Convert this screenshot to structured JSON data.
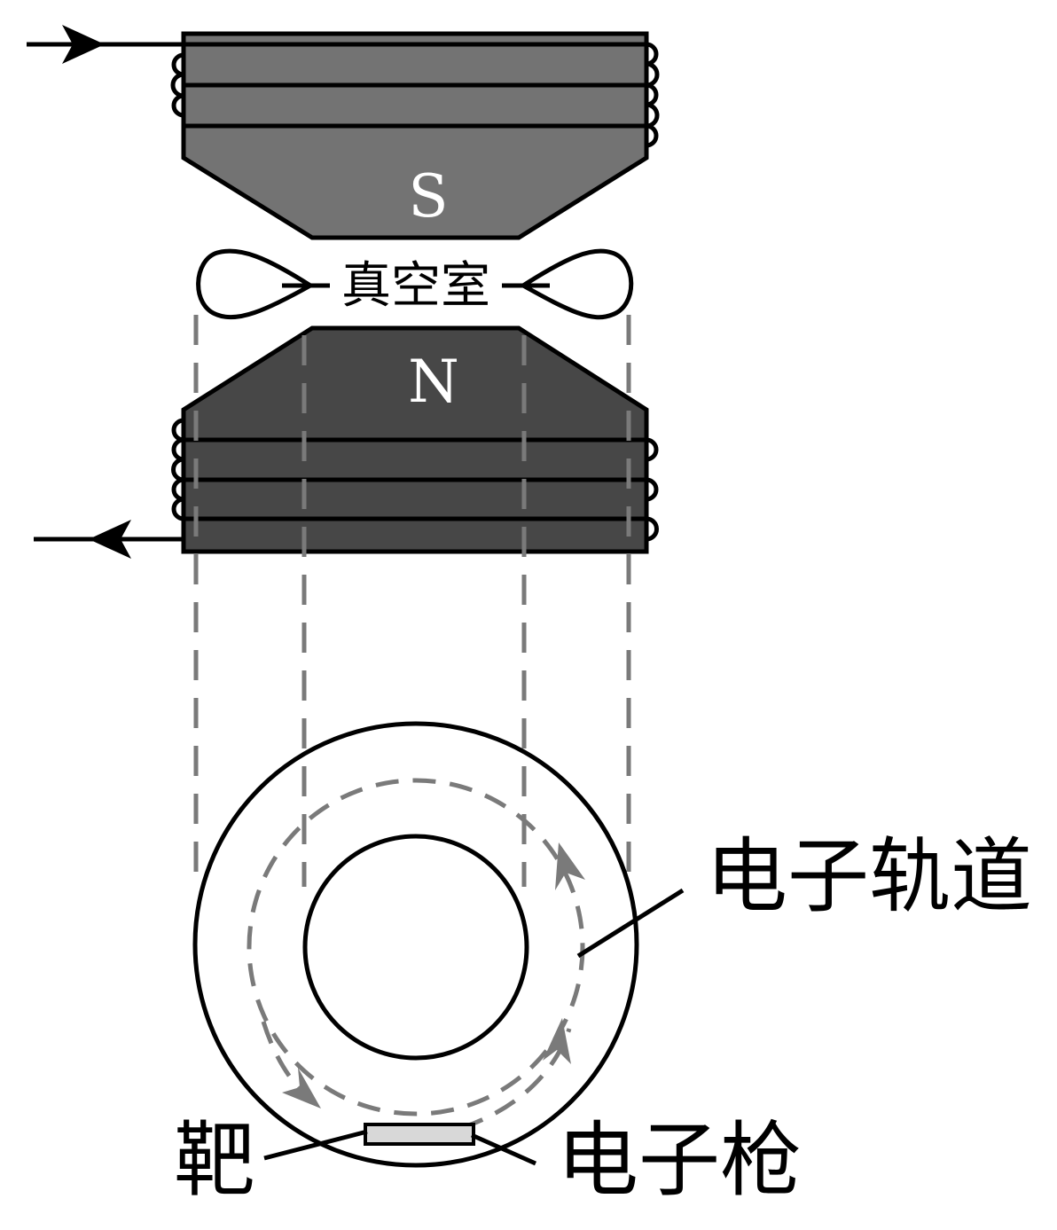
{
  "labels": {
    "south_pole": "S",
    "north_pole": "N",
    "vacuum_chamber": "真空室",
    "electron_orbit": "电子轨道",
    "target": "靶",
    "electron_gun": "电子枪"
  },
  "colors": {
    "upper_pole": "#737373",
    "lower_pole": "#474747",
    "outline": "#000000",
    "dashed_guides": "#7a7a7a",
    "background": "#ffffff"
  },
  "icons": {
    "current_in": "arrow-right-icon",
    "current_out": "arrow-left-icon",
    "orbit_direction": "dashed-arrow-icon"
  }
}
